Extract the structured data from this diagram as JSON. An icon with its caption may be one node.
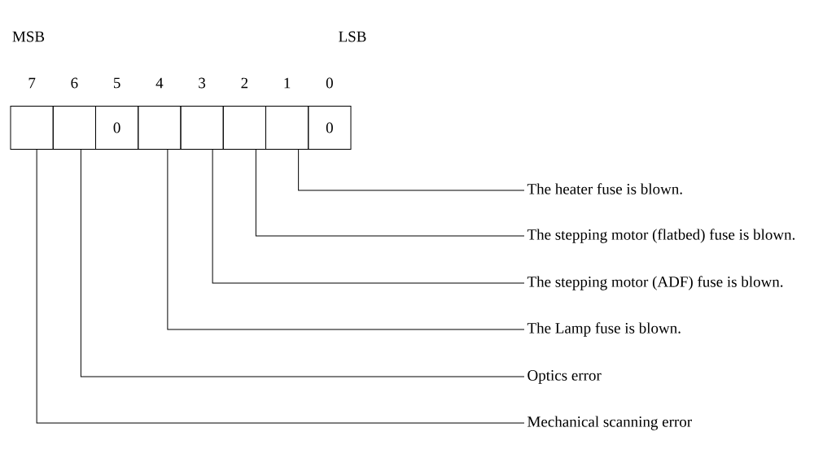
{
  "diagram": {
    "nodes": [
      {
        "text": [],
        "shape": "box"
      },
      {
        "text": [],
        "shape": "box"
      },
      {
        "text": [
          "0"
        ]
      },
      {
        "text": [],
        "shape": "box"
      },
      {
        "text": [],
        "shape": "box"
      },
      {
        "text": [],
        "shape": "box"
      },
      {
        "text": [],
        "shape": "box"
      },
      {
        "text": [
          "0"
        ]
      },
      {
        "text": [
          "The heater fuse is blown."
        ]
      },
      {
        "text": [
          "The stepping motor (flatbed) fuse is blown."
        ]
      },
      {
        "text": [
          "The stepping motor (ADF) fuse is blown."
        ]
      },
      {
        "text": [
          "The Lamp fuse is blown."
        ]
      },
      {
        "text": [
          "Optics error"
        ]
      },
      {
        "text": [
          "Mechanical scanning error"
        ]
      }
    ],
    "edges": [
      {
        "from": 6,
        "to": 8,
        "arrow": "none"
      },
      {
        "from": 5,
        "to": 9,
        "arrow": "none"
      },
      {
        "from": 4,
        "to": 10,
        "arrow": "none"
      },
      {
        "from": 3,
        "to": 11,
        "arrow": "none"
      },
      {
        "from": 1,
        "to": 12,
        "arrow": "none"
      },
      {
        "from": 0,
        "to": 13,
        "arrow": "none"
      }
    ],
    "labels": [
      "MSB",
      "LSB",
      "7",
      "6",
      "5",
      "4",
      "3",
      "2",
      "1",
      "0"
    ]
  }
}
